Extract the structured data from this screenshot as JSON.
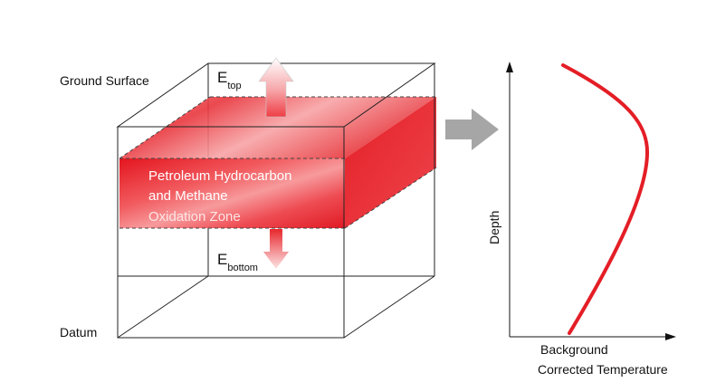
{
  "labels": {
    "ground_surface": "Ground Surface",
    "datum": "Datum",
    "e_top_base": "E",
    "e_top_sub": "top",
    "e_bottom_base": "E",
    "e_bottom_sub": "bottom",
    "zone_line1": "Petroleum Hydrocarbon",
    "zone_line2": "and Methane",
    "zone_line3": "Oxidation Zone"
  },
  "plot": {
    "y_axis_label": "Depth",
    "x_axis_label_line1": "Background",
    "x_axis_label_line2": "Corrected Temperature"
  },
  "colors": {
    "zone_red": "#e8262c",
    "curve_red": "#e41e26",
    "box_line": "#222222",
    "arrow_gray": "#a6a6a6"
  }
}
